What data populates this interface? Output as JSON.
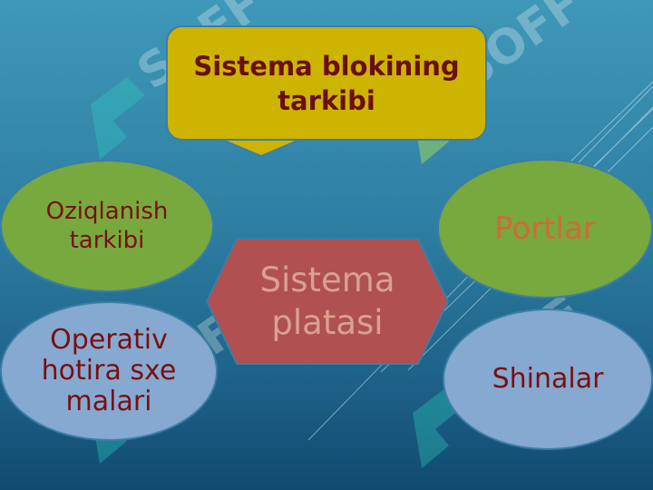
{
  "title": "Sistema blokining tarkibi",
  "center": "Sistema platasi",
  "nodes": {
    "top_left": "Oziqlanish tarkibi",
    "top_right": "Portlar",
    "bottom_left": "Operativ hotira sxemalari",
    "bottom_right": "Shinalar"
  },
  "watermark": "SOFF",
  "colors": {
    "background": "#2e7fa3",
    "callout": "#ccb400",
    "green_node": "#77a93e",
    "blue_node": "#86a9d1",
    "hexagon": "#b05050",
    "title_text": "#6b0e0e",
    "node_text": "#7a0f0f",
    "portlar_text": "#d06a3a",
    "center_text": "#d7a28e"
  }
}
